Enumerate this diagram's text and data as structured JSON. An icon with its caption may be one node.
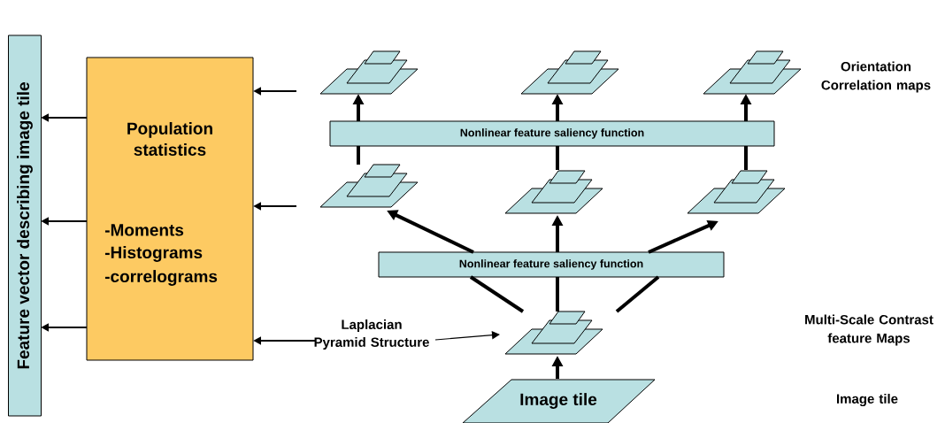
{
  "diagram": {
    "nodes": [
      {
        "text": [
          "Feature vector describing image tile"
        ]
      },
      {
        "text": [
          "Population statistics",
          "-Moments",
          "-Histograms",
          "-correlograms"
        ]
      },
      {
        "text": [],
        "shape": "pyramid"
      },
      {
        "text": [],
        "shape": "pyramid"
      },
      {
        "text": [],
        "shape": "pyramid"
      },
      {
        "text": [
          "Nonlinear feature saliency function"
        ]
      },
      {
        "text": [],
        "shape": "pyramid"
      },
      {
        "text": [],
        "shape": "pyramid"
      },
      {
        "text": [],
        "shape": "pyramid"
      },
      {
        "text": [
          "Nonlinear feature saliency function"
        ]
      },
      {
        "text": [],
        "shape": "pyramid"
      },
      {
        "text": [
          "Image tile"
        ]
      },
      {
        "text": [
          "Laplacian Pyramid Structure"
        ]
      }
    ],
    "edges": [
      {
        "from": 1,
        "to": 0,
        "arrow": "to"
      },
      {
        "from": 1,
        "to": 0,
        "arrow": "to"
      },
      {
        "from": 1,
        "to": 0,
        "arrow": "to"
      },
      {
        "from": null,
        "to": 1,
        "arrow": "to"
      },
      {
        "from": null,
        "to": 1,
        "arrow": "to"
      },
      {
        "from": 12,
        "to": 1,
        "arrow": "to"
      },
      {
        "from": 6,
        "to": 5,
        "arrow": "none"
      },
      {
        "from": 7,
        "to": 5,
        "arrow": "none"
      },
      {
        "from": 8,
        "to": 5,
        "arrow": "none"
      },
      {
        "from": 5,
        "to": 2,
        "arrow": "to"
      },
      {
        "from": 5,
        "to": 3,
        "arrow": "to"
      },
      {
        "from": 5,
        "to": 4,
        "arrow": "to"
      },
      {
        "from": 10,
        "to": 9,
        "arrow": "none"
      },
      {
        "from": 10,
        "to": 9,
        "arrow": "none"
      },
      {
        "from": 10,
        "to": 9,
        "arrow": "none"
      },
      {
        "from": 9,
        "to": 6,
        "arrow": "to"
      },
      {
        "from": 9,
        "to": 7,
        "arrow": "to"
      },
      {
        "from": 9,
        "to": 8,
        "arrow": "to"
      },
      {
        "from": 11,
        "to": 10,
        "arrow": "to"
      },
      {
        "from": 12,
        "to": 10,
        "arrow": "to"
      }
    ],
    "labels": [
      "Orientation Correlation maps",
      "Multi-Scale Contrast feature Maps",
      "Image tile"
    ]
  }
}
